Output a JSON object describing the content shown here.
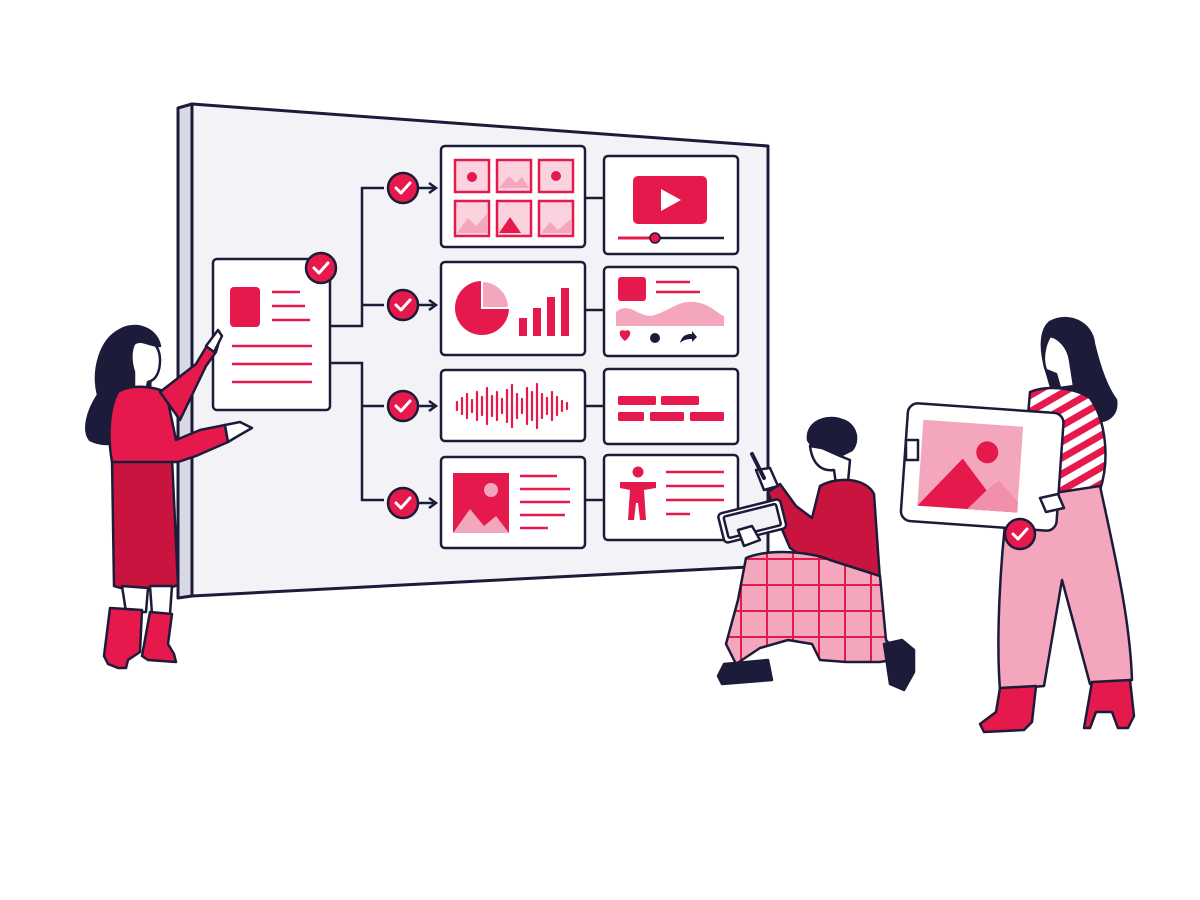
{
  "scene": {
    "colors": {
      "ink": "#1c1c3a",
      "accent": "#e5194b",
      "accent_dark": "#c8143f",
      "accent_light": "#f4a6bd",
      "accent_pale": "#fbd3df",
      "board": "#f3f3f7",
      "board_side": "#d9d9e3",
      "white": "#ffffff"
    },
    "board": {
      "source_card": {
        "icon": "document-icon",
        "checked": true
      },
      "branches": [
        {
          "checked": true,
          "input_card": {
            "content": "image-gallery",
            "icon": "image-grid-icon"
          },
          "output_card": {
            "content": "video-player",
            "icon": "play-icon",
            "progress": 0.3
          }
        },
        {
          "checked": true,
          "input_card": {
            "content": "charts",
            "icon": "pie-chart-icon",
            "bar_values": [
              2,
              3,
              4,
              5
            ]
          },
          "output_card": {
            "content": "social-post",
            "icon": "area-chart-icon",
            "actions": [
              "heart-icon",
              "comment-icon",
              "share-icon"
            ]
          }
        },
        {
          "checked": true,
          "input_card": {
            "content": "audio-waveform",
            "icon": "waveform-icon"
          },
          "output_card": {
            "content": "text-blocks",
            "icon": "text-blocks-icon"
          }
        },
        {
          "checked": true,
          "input_card": {
            "content": "image-with-text",
            "icon": "image-icon"
          },
          "output_card": {
            "content": "accessibility-text",
            "icon": "accessibility-icon"
          }
        }
      ]
    },
    "people": [
      {
        "role": "presenter",
        "pose": "pointing-at-board"
      },
      {
        "role": "kneeling-viewer",
        "pose": "holding-tablet-and-stylus"
      },
      {
        "role": "standing-viewer",
        "pose": "holding-image-frame",
        "frame_icon": "image-icon",
        "checked": true
      }
    ]
  }
}
